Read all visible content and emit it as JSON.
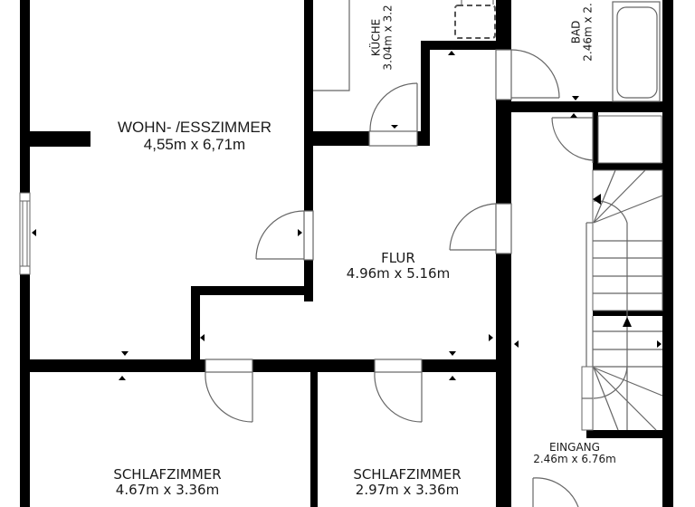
{
  "plan": {
    "colors": {
      "wall": "#000000",
      "fixture_line": "#666666",
      "background": "#ffffff"
    },
    "rooms": [
      {
        "id": "wohn",
        "name": "WOHN- /ESSZIMMER",
        "dims": "4,55m x 6,71m"
      },
      {
        "id": "kueche",
        "name": "KÜCHE",
        "dims": "3.04m x 3.2"
      },
      {
        "id": "bad",
        "name": "BAD",
        "dims": "2.46m x 2."
      },
      {
        "id": "flur",
        "name": "FLUR",
        "dims": "4.96m x 5.16m"
      },
      {
        "id": "eingang",
        "name": "EINGANG",
        "dims": "2.46m x 6.76m"
      },
      {
        "id": "schlaf1",
        "name": "SCHLAFZIMMER",
        "dims": "4.67m x 3.36m"
      },
      {
        "id": "schlaf2",
        "name": "SCHLAFZIMMER",
        "dims": "2.97m x 3.36m"
      }
    ],
    "icons": {
      "door": "door-swing-icon",
      "window": "window-icon",
      "stair": "staircase-icon",
      "bathtub": "bathtub-icon",
      "dimension_marker": "dimension-marker-icon"
    }
  }
}
